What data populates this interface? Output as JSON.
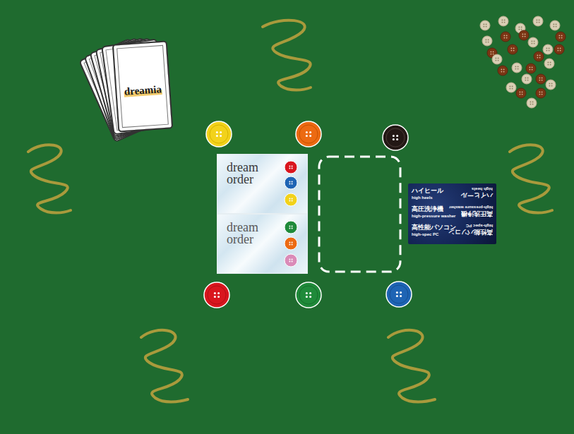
{
  "diagram": {
    "nodes": [
      {
        "text": [
          "dreamia"
        ]
      },
      {
        "text": [
          "dream order"
        ]
      },
      {
        "text": [
          "dream order"
        ]
      },
      {
        "text": [
          "ハイヒール",
          "high heels",
          "高圧洗浄機",
          "high-pressure washer",
          "高性能パソコン",
          "high-spec PC",
          "ハイヒール",
          "high heels",
          "高圧洗浄機",
          "high-pressure washer",
          "高性能パソコン",
          "high-spec PC"
        ]
      }
    ]
  }
}
